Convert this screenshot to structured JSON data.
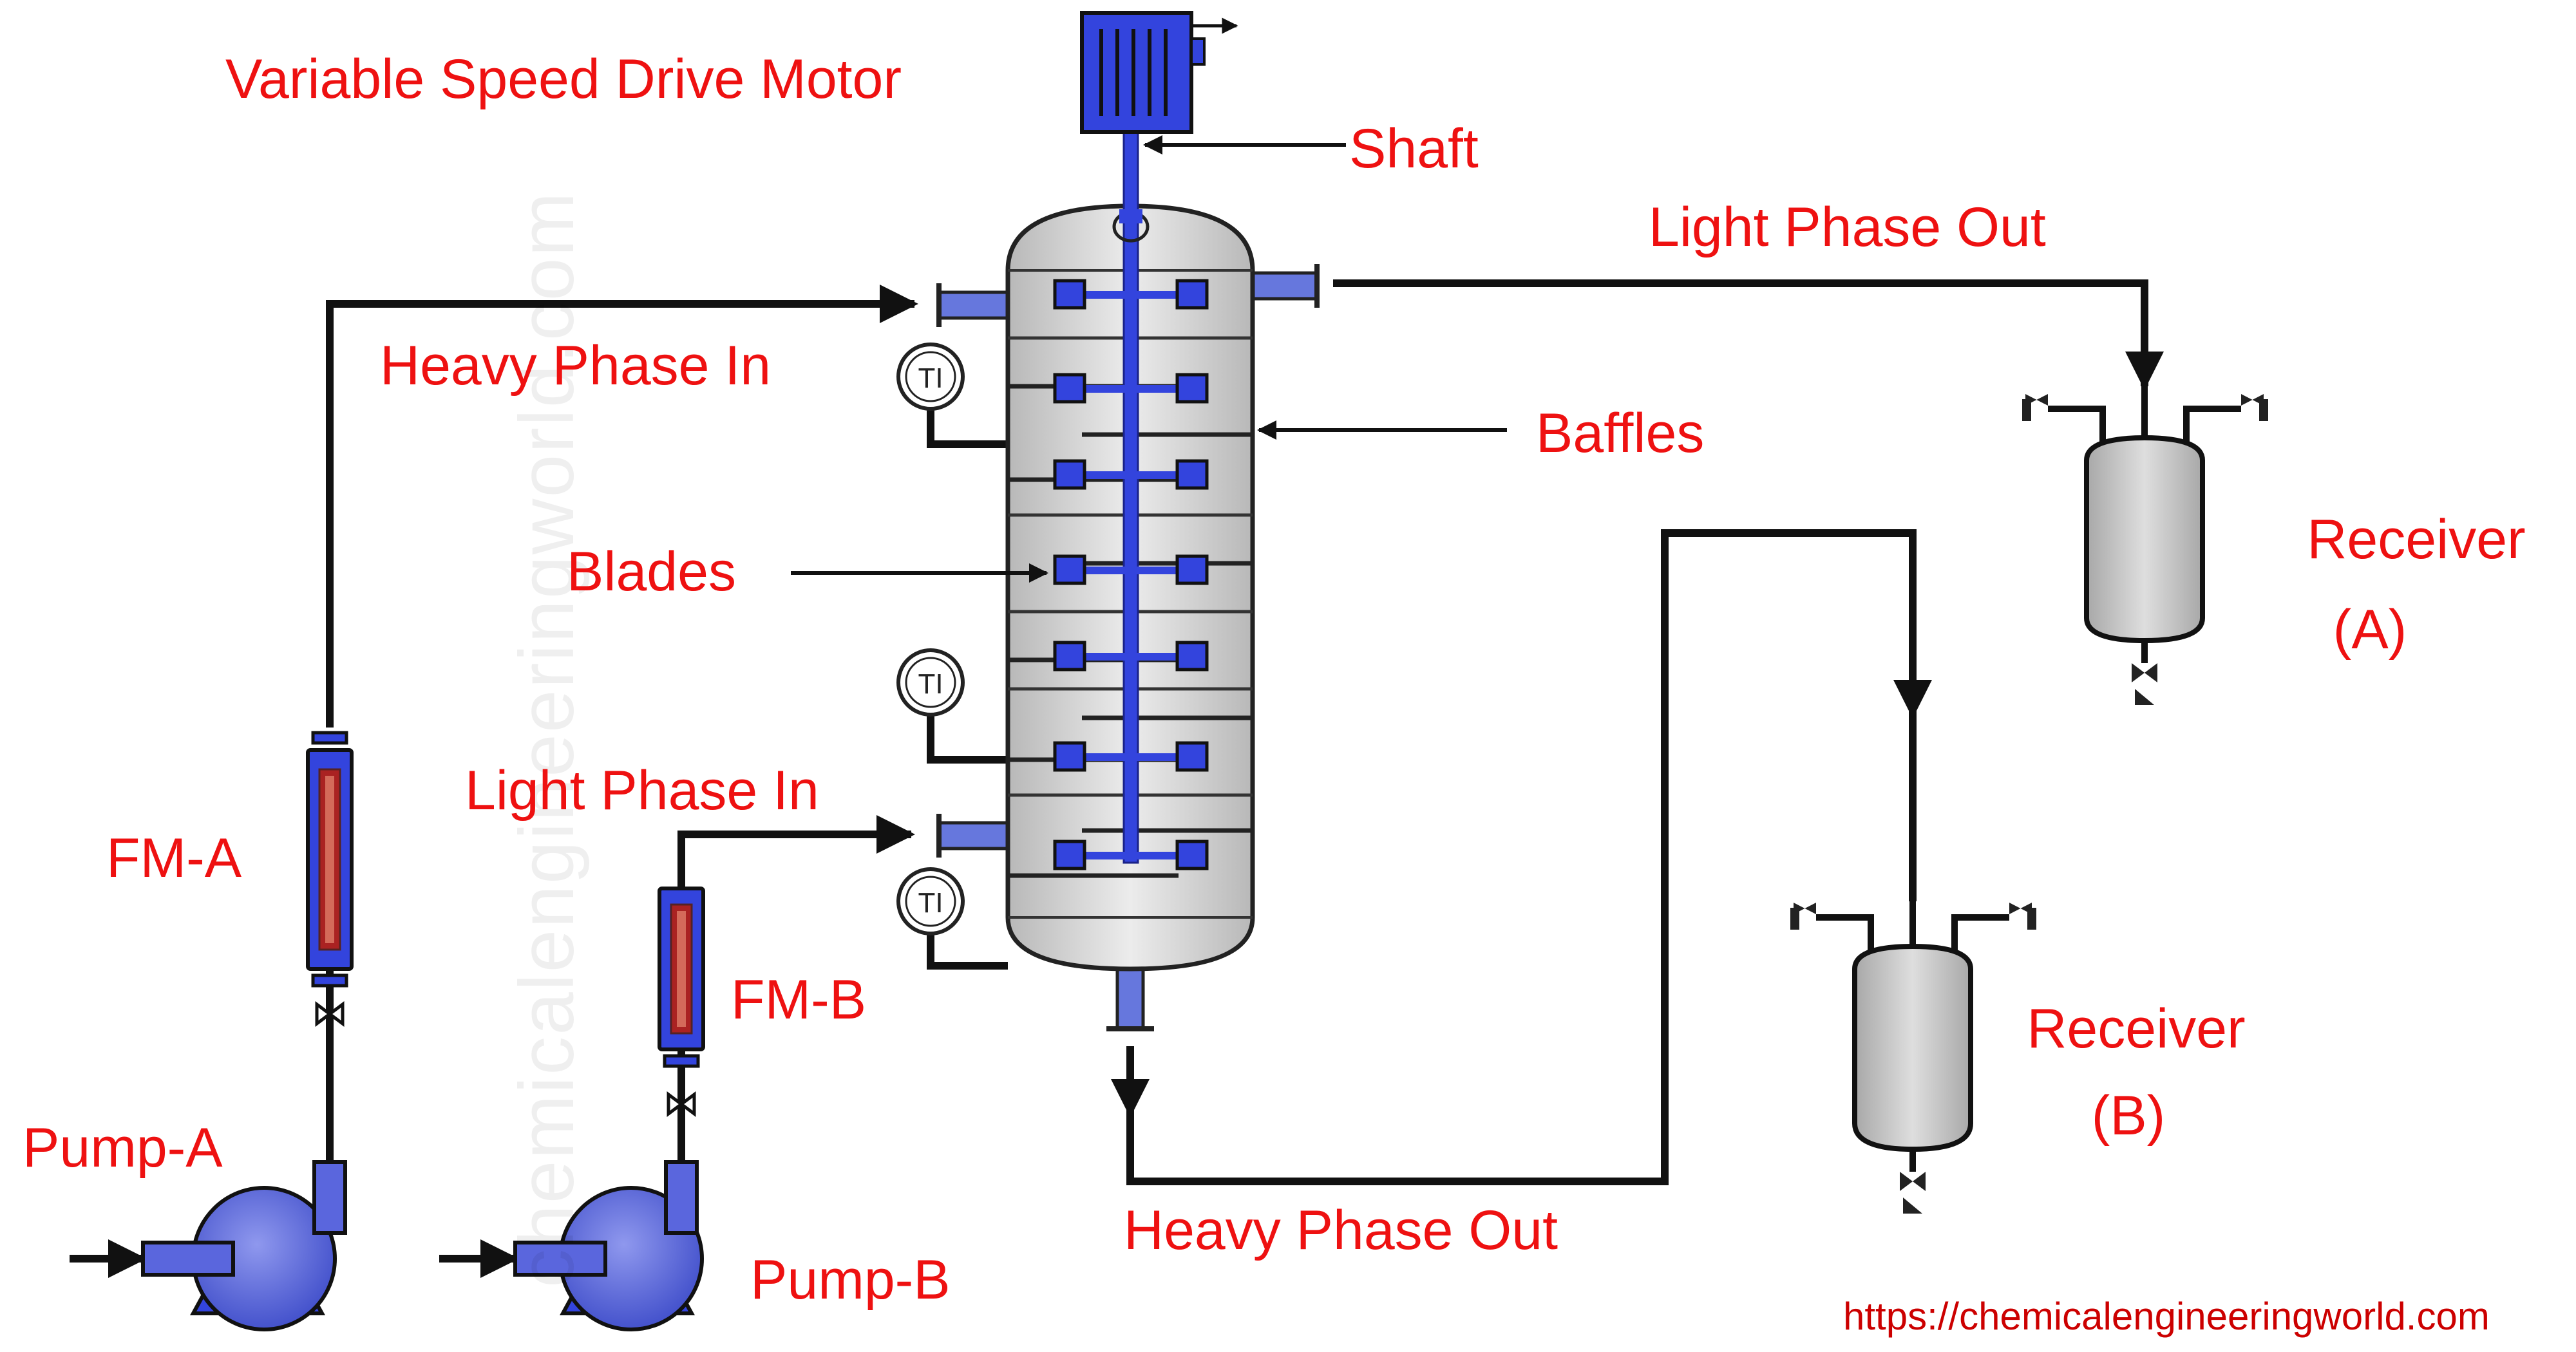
{
  "labels": {
    "motor": "Variable Speed Drive Motor",
    "shaft": "Shaft",
    "light_phase_out": "Light Phase Out",
    "heavy_phase_in": "Heavy Phase In",
    "baffles": "Baffles",
    "blades": "Blades",
    "receiver_a": "Receiver",
    "receiver_a_id": "(A)",
    "light_phase_in": "Light Phase In",
    "fm_a": "FM-A",
    "fm_b": "FM-B",
    "receiver_b": "Receiver",
    "receiver_b_id": "(B)",
    "pump_a": "Pump-A",
    "pump_b": "Pump-B",
    "heavy_phase_out": "Heavy Phase Out",
    "website": "https://chemicalengineeringworld.com",
    "watermark": "chemicalengineeringworld.com"
  },
  "instrument_tag": "TI",
  "colors": {
    "label_red": "#ee1111",
    "url_red": "#cc0000",
    "equipment_blue": "#3344dd",
    "pump_blue": "#5a66dd",
    "vessel_gray": "#d4d4d4",
    "gauge_red": "#aa2222",
    "line_black": "#111111"
  }
}
